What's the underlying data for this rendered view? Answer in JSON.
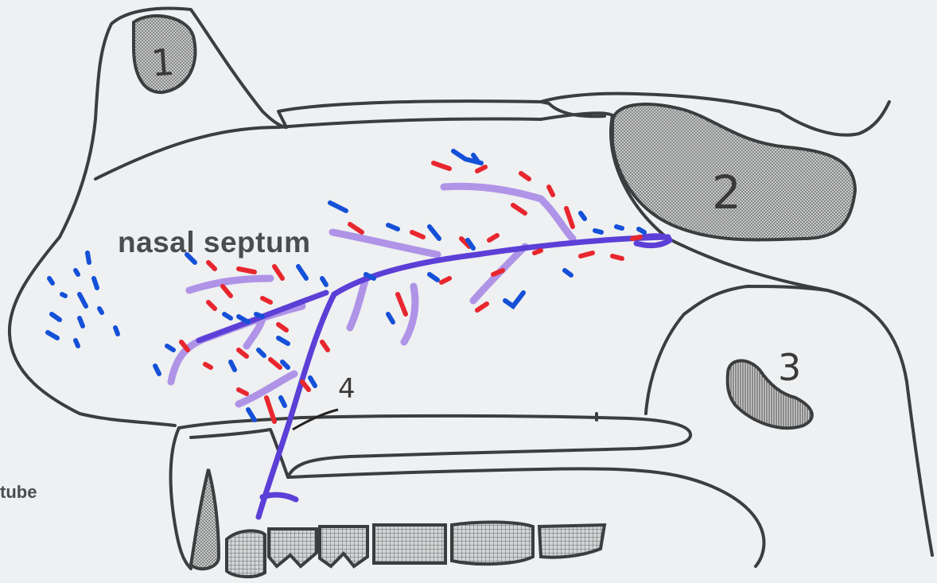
{
  "diagram": {
    "main_label": "nasal septum",
    "edge_label": "tube",
    "markers": {
      "one": "1",
      "two": "2",
      "three": "3",
      "four": "4"
    }
  },
  "colors": {
    "outline": "#3b3d3f",
    "hatch_fill": "#9a9c9e",
    "vessel_purple": "#5b3fd6",
    "vessel_light_purple": "#a98ae6",
    "red_marks": "#e8262e",
    "blue_marks": "#1450d8",
    "background": "#eef0f1"
  }
}
